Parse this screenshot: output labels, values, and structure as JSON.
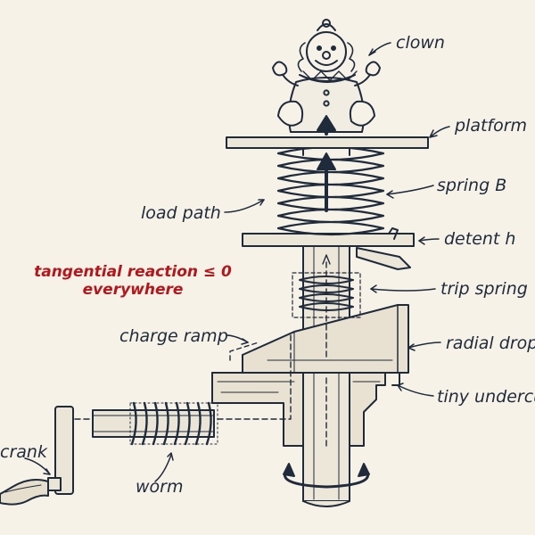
{
  "labels": {
    "clown": "clown",
    "platform": "platform",
    "spring_b": "spring B",
    "load_path": "load path",
    "detent": "detent h",
    "trip_spring": "trip spring",
    "charge_ramp": "charge ramp",
    "radial_drop": "radial drop",
    "undercut": "tiny undercut",
    "crank": "crank",
    "worm": "worm"
  },
  "note": {
    "line1": "tangential reaction ≤ 0",
    "line2": "everywhere"
  },
  "colors": {
    "ink": "#1f2a3a",
    "accent": "#b4161b",
    "paper": "#f6f2e8"
  }
}
